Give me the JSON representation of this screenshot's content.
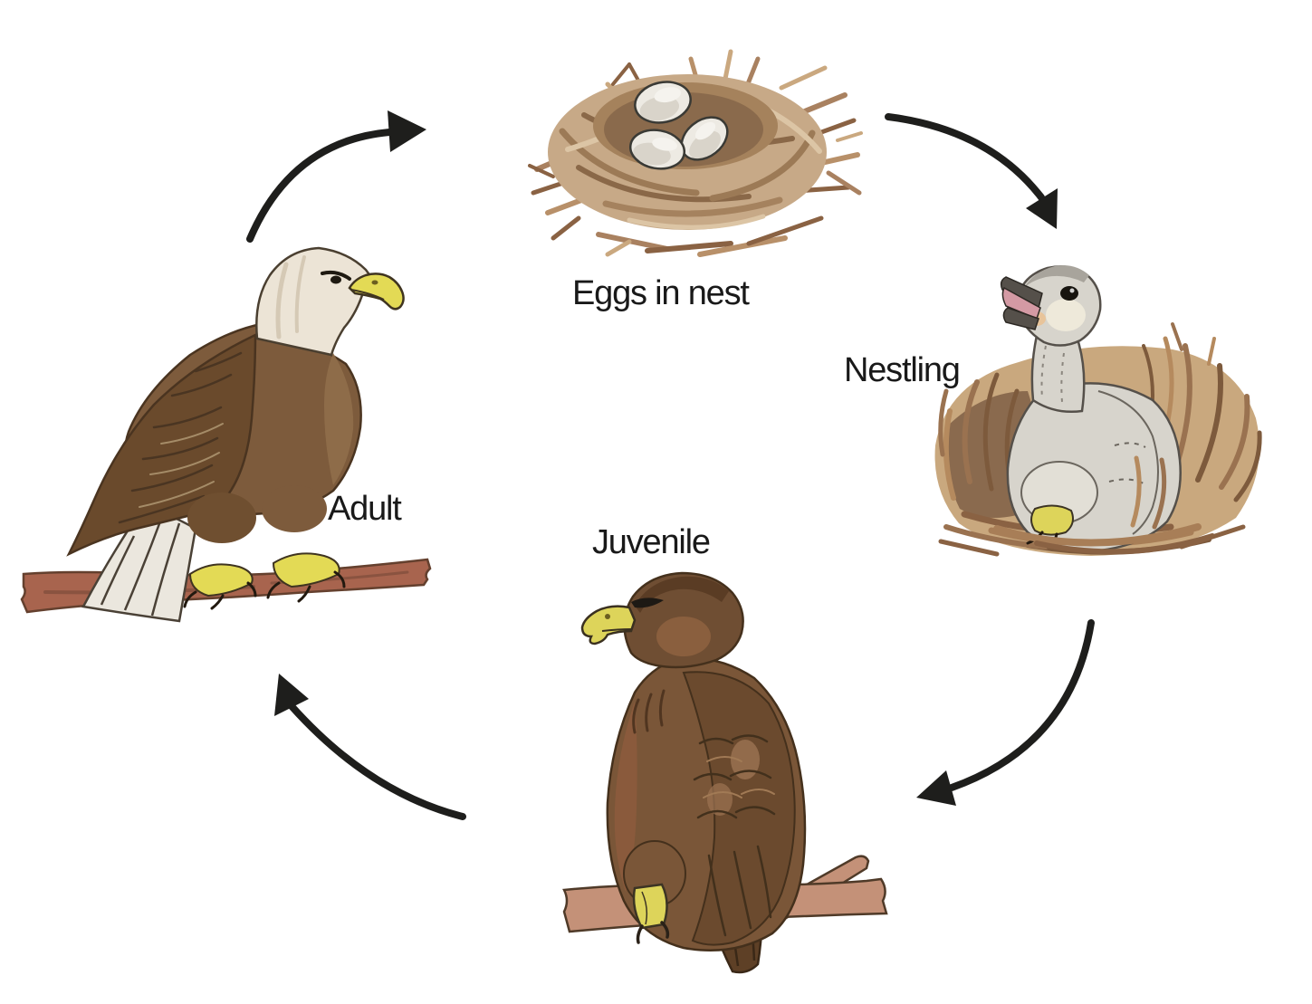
{
  "diagram": {
    "kind": "life-cycle",
    "subject": "eagle",
    "stages": [
      {
        "id": "eggs-in-nest",
        "label": "Eggs in nest",
        "illustration": "nest-with-three-white-eggs",
        "position": "top-center"
      },
      {
        "id": "nestling",
        "label": "Nestling",
        "illustration": "gray-downy-chick-in-straw-nest",
        "position": "right"
      },
      {
        "id": "juvenile",
        "label": "Juvenile",
        "illustration": "brown-juvenile-eagle-perched-on-branch",
        "position": "bottom-center"
      },
      {
        "id": "adult",
        "label": "Adult",
        "illustration": "white-headed-adult-eagle-perched-on-branch",
        "position": "left"
      }
    ],
    "arrows": [
      {
        "from": "adult",
        "to": "eggs-in-nest",
        "direction": "up-right"
      },
      {
        "from": "eggs-in-nest",
        "to": "nestling",
        "direction": "down-right"
      },
      {
        "from": "nestling",
        "to": "juvenile",
        "direction": "down-left"
      },
      {
        "from": "juvenile",
        "to": "adult",
        "direction": "up-left"
      }
    ],
    "colors": {
      "background": "#ffffff",
      "arrow": "#1e1e1c",
      "label_text": "#191919",
      "nest_tan": "#c7a987",
      "nest_hollow": "#8a6a4c",
      "egg_shell": "#edeae3",
      "adult_body_brown": "#7d5b3c",
      "adult_head_white": "#ece4d6",
      "beak_yellow": "#e3da55",
      "nestling_gray": "#d7d4cc",
      "mouth_pink": "#d49aa4",
      "juvenile_brown": "#7a5638",
      "branch_red_brown": "#a8644e",
      "branch_light_brown": "#c49178"
    }
  }
}
